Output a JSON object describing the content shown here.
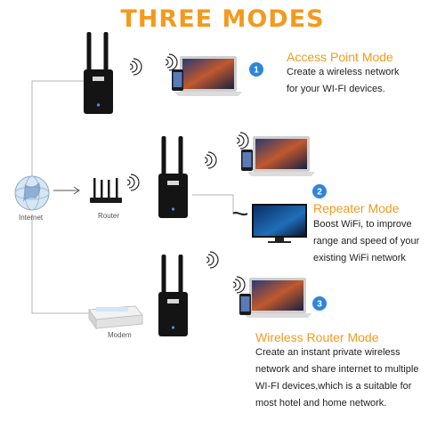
{
  "title": "THREE MODES",
  "labels": {
    "internet": "Internet",
    "router": "Router",
    "modem": "Modem"
  },
  "modes": [
    {
      "number": "1",
      "title": "Access Point Mode",
      "lines": [
        "Create a wireless network",
        "for your WI-FI devices."
      ]
    },
    {
      "number": "2",
      "title": "Repeater Mode",
      "lines": [
        "Boost WiFi, to improve",
        "range and speed of your",
        "existing WiFi network"
      ]
    },
    {
      "number": "3",
      "title": "Wireless Router Mode",
      "lines": [
        "Create an instant private wireless",
        "network and share internet to multiple",
        "WI-FI devices,which is a suitable for",
        "most hotel and home network."
      ]
    }
  ],
  "colors": {
    "accent": "#f39a1e",
    "badge": "#2f86d6",
    "line": "#b5b5b5",
    "device": "#141414"
  }
}
